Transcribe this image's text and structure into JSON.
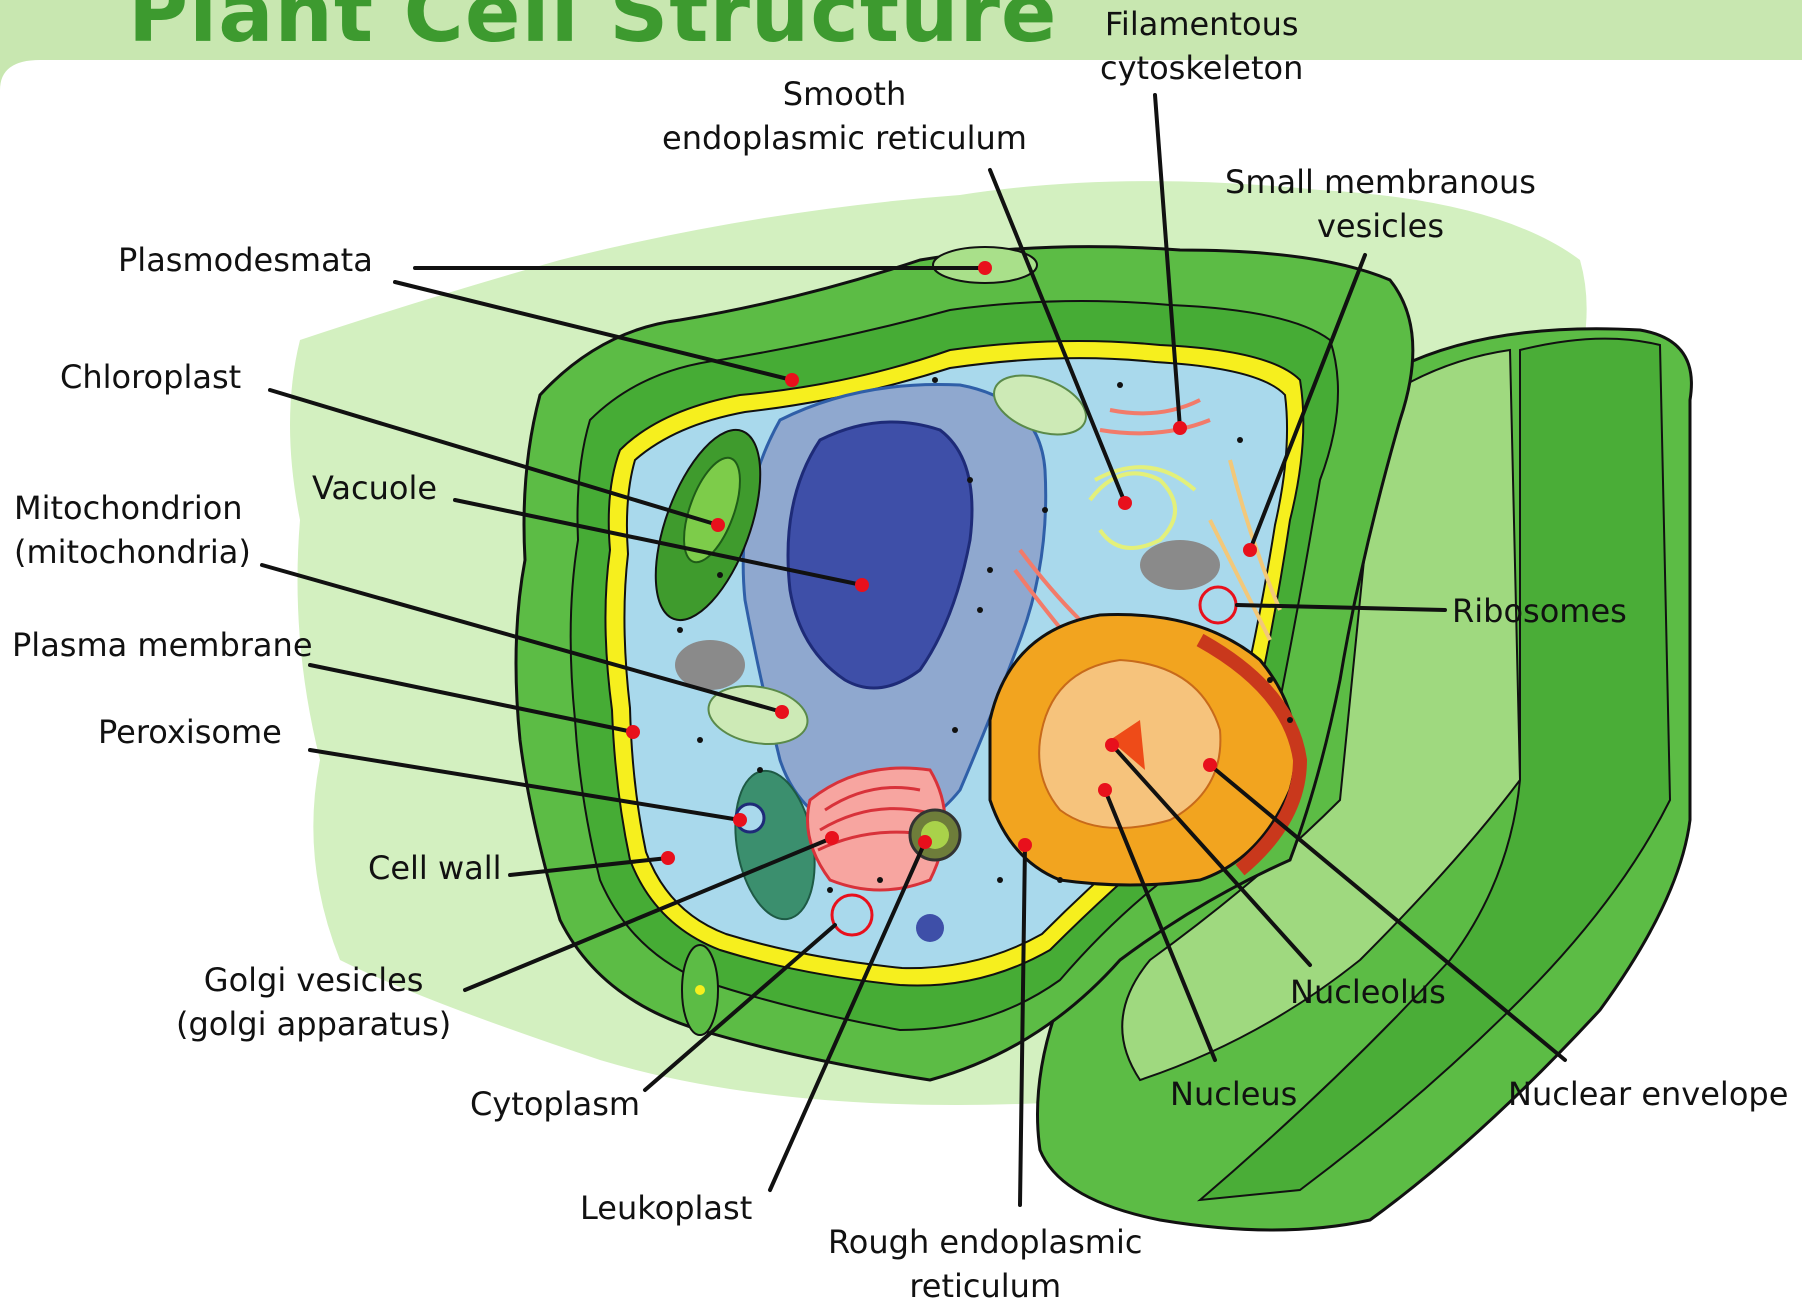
{
  "title": "Plant Cell Structure",
  "colors": {
    "banner": "#c8e7b0",
    "title": "#3d9a2f",
    "background_blob": "#d3f0c0",
    "cell_wall": "#5cbc45",
    "cell_wall_dark": "#3ea230",
    "cell_wall_light": "#9fd97f",
    "plasma_membrane": "#f6ef1e",
    "cytoplasm": "#a9d9ec",
    "vacuole": "#8fa8cf",
    "vacuole_core": "#3e4fa8",
    "nucleus": "#f2a41f",
    "nucleolus": "#ee4b18",
    "chloroplast": "#3f9b2d",
    "marker": "#e8101c"
  },
  "labels": {
    "filamentous_cytoskeleton": [
      "Filamentous",
      "cytoskeleton"
    ],
    "smooth_er": [
      "Smooth",
      "endoplasmic reticulum"
    ],
    "small_vesicles": [
      "Small membranous",
      "vesicles"
    ],
    "plasmodesmata": "Plasmodesmata",
    "chloroplast": "Chloroplast",
    "vacuole": "Vacuole",
    "mitochondrion": [
      "Mitochondrion",
      "(mitochondria)"
    ],
    "plasma_membrane": "Plasma membrane",
    "peroxisome": "Peroxisome",
    "cell_wall": "Cell wall",
    "golgi": [
      "Golgi vesicles",
      "(golgi apparatus)"
    ],
    "cytoplasm": "Cytoplasm",
    "leukoplast": "Leukoplast",
    "rough_er": [
      "Rough endoplasmic",
      "reticulum"
    ],
    "ribosomes": "Ribosomes",
    "nucleolus": "Nucleolus",
    "nucleus": "Nucleus",
    "nuclear_envelope": "Nuclear envelope"
  }
}
